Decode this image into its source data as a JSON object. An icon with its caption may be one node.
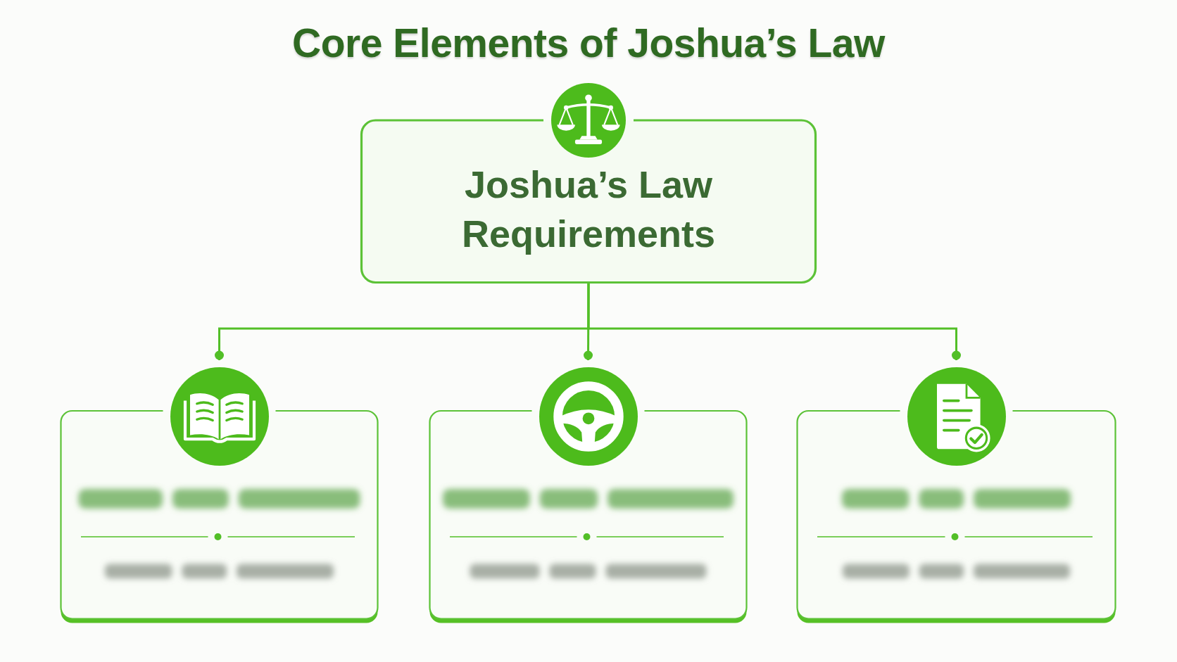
{
  "diagram": {
    "title": "Core Elements of Joshua’s Law",
    "nodes": [
      {
        "text": [
          "Joshua’s Law Requirements"
        ]
      },
      {
        "text": [],
        "shape": "box"
      },
      {
        "text": [],
        "shape": "box"
      },
      {
        "text": [],
        "shape": "box"
      }
    ],
    "edges": [
      {
        "from": 0,
        "to": 1,
        "arrow": "other"
      },
      {
        "from": 0,
        "to": 2,
        "arrow": "other"
      },
      {
        "from": 0,
        "to": 3,
        "arrow": "other"
      }
    ]
  }
}
